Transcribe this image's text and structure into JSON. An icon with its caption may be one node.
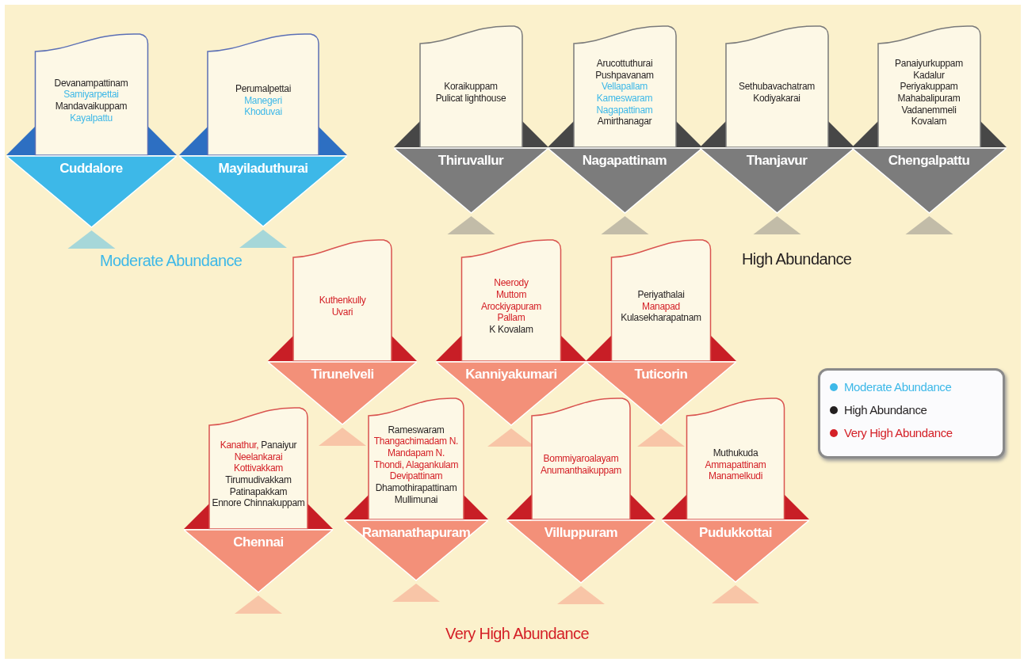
{
  "diagram": {
    "nodes": [
      {
        "text": [
          "Cuddalore"
        ]
      },
      {
        "text": [
          "Devanampattinam"
        ],
        "in": 0
      },
      {
        "text": [
          "Samiyarpettai"
        ],
        "in": 0
      },
      {
        "text": [
          "Mandavaikuppam"
        ],
        "in": 0
      },
      {
        "text": [
          "Kayalpattu"
        ],
        "in": 0
      },
      {
        "text": [
          "Mayiladuthurai"
        ]
      },
      {
        "text": [
          "Perumalpettai"
        ],
        "in": 5
      },
      {
        "text": [
          "Manegeri"
        ],
        "in": 5
      },
      {
        "text": [
          "Khoduvai"
        ],
        "in": 5
      },
      {
        "text": [
          "Thiruvallur"
        ]
      },
      {
        "text": [
          "Koraikuppam"
        ],
        "in": 9
      },
      {
        "text": [
          "Pulicat lighthouse"
        ],
        "in": 9
      },
      {
        "text": [
          "Nagapattinam"
        ]
      },
      {
        "text": [
          "Arucottuthurai"
        ],
        "in": 12
      },
      {
        "text": [
          "Pushpavanam"
        ],
        "in": 12
      },
      {
        "text": [
          "Vellapallam"
        ],
        "in": 12
      },
      {
        "text": [
          "Kameswaram"
        ],
        "in": 12
      },
      {
        "text": [
          "Nagapattinam"
        ],
        "in": 12
      },
      {
        "text": [
          "Amirthanagar"
        ],
        "in": 12
      },
      {
        "text": [
          "Thanjavur"
        ]
      },
      {
        "text": [
          "Sethubavachatram"
        ],
        "in": 19
      },
      {
        "text": [
          "Kodiyakarai"
        ],
        "in": 19
      },
      {
        "text": [
          "Chengalpattu"
        ]
      },
      {
        "text": [
          "Panaiyurkuppam"
        ],
        "in": 22
      },
      {
        "text": [
          "Kadalur"
        ],
        "in": 22
      },
      {
        "text": [
          "Periyakuppam"
        ],
        "in": 22
      },
      {
        "text": [
          "Mahabalipuram"
        ],
        "in": 22
      },
      {
        "text": [
          "Vadanemmeli"
        ],
        "in": 22
      },
      {
        "text": [
          "Kovalam"
        ],
        "in": 22
      },
      {
        "text": [
          "Tirunelveli"
        ]
      },
      {
        "text": [
          "Kuthenkully"
        ],
        "in": 29
      },
      {
        "text": [
          "Uvari"
        ],
        "in": 29
      },
      {
        "text": [
          "Kanniyakumari"
        ]
      },
      {
        "text": [
          "Neerody"
        ],
        "in": 32
      },
      {
        "text": [
          "Muttom"
        ],
        "in": 32
      },
      {
        "text": [
          "Arockiyapuram"
        ],
        "in": 32
      },
      {
        "text": [
          "Pallam"
        ],
        "in": 32
      },
      {
        "text": [
          "K Kovalam"
        ],
        "in": 32
      },
      {
        "text": [
          "Tuticorin"
        ]
      },
      {
        "text": [
          "Periyathalai"
        ],
        "in": 38
      },
      {
        "text": [
          "Manapad"
        ],
        "in": 38
      },
      {
        "text": [
          "Kulasekharapatnam"
        ],
        "in": 38
      },
      {
        "text": [
          "Chennai"
        ]
      },
      {
        "text": [
          "Kanathur,"
        ],
        "in": 42
      },
      {
        "text": [
          "Panaiyur"
        ],
        "in": 42
      },
      {
        "text": [
          "Neelankarai"
        ],
        "in": 42
      },
      {
        "text": [
          "Kottivakkam"
        ],
        "in": 42
      },
      {
        "text": [
          "Tirumudivakkam"
        ],
        "in": 42
      },
      {
        "text": [
          "Patinapakkam"
        ],
        "in": 42
      },
      {
        "text": [
          "Ennore Chinnakuppam"
        ],
        "in": 42
      },
      {
        "text": [
          "Ramanathapuram"
        ]
      },
      {
        "text": [
          "Rameswaram"
        ],
        "in": 50
      },
      {
        "text": [
          "Thangachimadam N."
        ],
        "in": 50
      },
      {
        "text": [
          "Mandapam N."
        ],
        "in": 50
      },
      {
        "text": [
          "Thondi, Alagankulam"
        ],
        "in": 50
      },
      {
        "text": [
          "Devipattinam"
        ],
        "in": 50
      },
      {
        "text": [
          "Dhamothirapattinam"
        ],
        "in": 50
      },
      {
        "text": [
          "Mullimunai"
        ],
        "in": 50
      },
      {
        "text": [
          "Villuppuram"
        ]
      },
      {
        "text": [
          "Bommiyaroalayam"
        ],
        "in": 58
      },
      {
        "text": [
          "Anumanthaikuppam"
        ],
        "in": 58
      },
      {
        "text": [
          "Pudukkottai"
        ]
      },
      {
        "text": [
          "Muthukuda"
        ],
        "in": 61
      },
      {
        "text": [
          "Ammapattinam"
        ],
        "in": 61
      },
      {
        "text": [
          "Manamelkudi"
        ],
        "in": 61
      }
    ],
    "labels": [
      "Moderate Abundance",
      "High Abundance",
      "Very High Abundance"
    ],
    "legend": [
      {
        "text": "Moderate Abundance",
        "color": "#3db8e8"
      },
      {
        "text": "High Abundance",
        "color": "#231f20"
      },
      {
        "text": "Very High Abundance",
        "color": "#d42027"
      }
    ]
  }
}
